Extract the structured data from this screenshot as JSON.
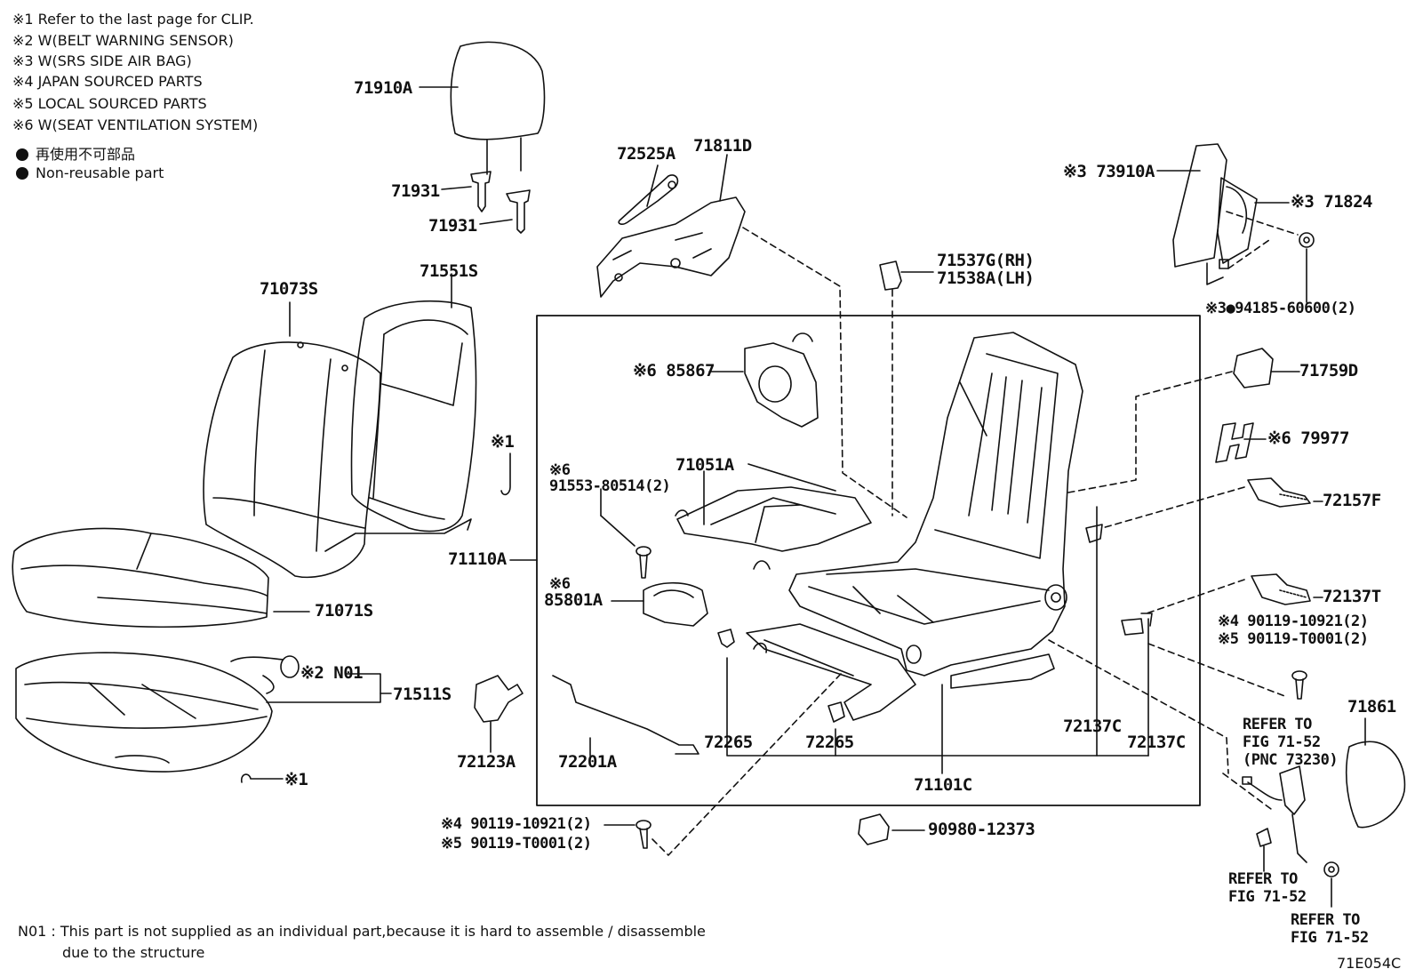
{
  "notes": [
    "※1  Refer to the last page for CLIP.",
    "※2  W(BELT WARNING SENSOR)",
    "※3  W(SRS SIDE AIR BAG)",
    "※4  JAPAN SOURCED PARTS",
    "※5  LOCAL SOURCED PARTS",
    "※6  W(SEAT VENTILATION SYSTEM)"
  ],
  "legend": {
    "jp": "再使用不可部品",
    "en": "Non-reusable part"
  },
  "labels": {
    "p71910A": "71910A",
    "p71931a": "71931",
    "p71931b": "71931",
    "p72525A": "72525A",
    "p71811D": "71811D",
    "p73910A": "※3 73910A",
    "p71824": "※3 71824",
    "p71537G": "71537G(RH)",
    "p71538A": "71538A(LH)",
    "p94185": "※3●94185-60600(2)",
    "p71073S": "71073S",
    "p71551S": "71551S",
    "p85867": "※6 85867",
    "p71759D": "71759D",
    "p79977": "※6 79977",
    "clip1a": "※1",
    "p91553a": "※6",
    "p91553b": "91553-80514(2)",
    "p71051A": "71051A",
    "p72157F": "72157F",
    "p71110A": "71110A",
    "p85801Aa": "※6",
    "p85801Ab": "85801A",
    "p72137T": "72137T",
    "p90119a": "※4 90119-10921(2)",
    "p90119b": "※5 90119-T0001(2)",
    "p71071S": "71071S",
    "pN01": "※2 N01",
    "p71511S": "71511S",
    "p71861": "71861",
    "ref1a": "REFER TO",
    "ref1b": "FIG 71-52",
    "ref1c": "(PNC 73230)",
    "p72123A": "72123A",
    "p72201A": "72201A",
    "p72265a": "72265",
    "p72265b": "72265",
    "p72137Ca": "72137C",
    "p72137Cb": "72137C",
    "p71101C": "71101C",
    "clip1b": "※1",
    "p90119c": "※4 90119-10921(2)",
    "p90119d": "※5 90119-T0001(2)",
    "p90980": "90980-12373",
    "ref2a": "REFER TO",
    "ref2b": "FIG 71-52",
    "ref3a": "REFER TO",
    "ref3b": "FIG 71-52"
  },
  "footer": {
    "n01_line1": "N01 :  This part is not supplied as an individual part,because it is hard to assemble / disassemble",
    "n01_line2": "due to the structure",
    "figure_code": "71E054C"
  }
}
